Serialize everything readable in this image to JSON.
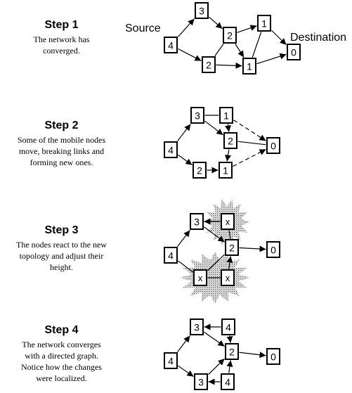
{
  "steps": [
    {
      "title": "Step 1",
      "desc": [
        "The network has",
        "converged."
      ]
    },
    {
      "title": "Step 2",
      "desc": [
        "Some of the mobile nodes",
        "move, breaking links and",
        "forming new ones."
      ]
    },
    {
      "title": "Step 3",
      "desc": [
        "The nodes react to the new",
        "topology and adjust their",
        "height."
      ]
    },
    {
      "title": "Step 4",
      "desc": [
        "The network converges",
        "with a directed graph.",
        "Notice how the changes",
        "were localized."
      ]
    }
  ],
  "labels": {
    "source": "Source",
    "destination": "Destination"
  },
  "diagrams": [
    {
      "nodes": [
        {
          "id": "n4",
          "label": "4"
        },
        {
          "id": "n3",
          "label": "3"
        },
        {
          "id": "n2a",
          "label": "2"
        },
        {
          "id": "n1a",
          "label": "1"
        },
        {
          "id": "n2b",
          "label": "2"
        },
        {
          "id": "n1b",
          "label": "1"
        },
        {
          "id": "n0",
          "label": "0"
        }
      ]
    },
    {
      "nodes": [
        {
          "id": "n4",
          "label": "4"
        },
        {
          "id": "n3",
          "label": "3"
        },
        {
          "id": "n1a",
          "label": "1"
        },
        {
          "id": "n2a",
          "label": "2"
        },
        {
          "id": "n2b",
          "label": "2"
        },
        {
          "id": "n1b",
          "label": "1"
        },
        {
          "id": "n0",
          "label": "0"
        }
      ]
    },
    {
      "nodes": [
        {
          "id": "n4",
          "label": "4"
        },
        {
          "id": "n3",
          "label": "3"
        },
        {
          "id": "xa",
          "label": "x"
        },
        {
          "id": "n2",
          "label": "2"
        },
        {
          "id": "n0",
          "label": "0"
        },
        {
          "id": "xb",
          "label": "x"
        },
        {
          "id": "xc",
          "label": "x"
        }
      ]
    },
    {
      "nodes": [
        {
          "id": "n4",
          "label": "4"
        },
        {
          "id": "n3a",
          "label": "3"
        },
        {
          "id": "n4a",
          "label": "4"
        },
        {
          "id": "n2",
          "label": "2"
        },
        {
          "id": "n0",
          "label": "0"
        },
        {
          "id": "n3b",
          "label": "3"
        },
        {
          "id": "n4b",
          "label": "4"
        }
      ]
    }
  ]
}
